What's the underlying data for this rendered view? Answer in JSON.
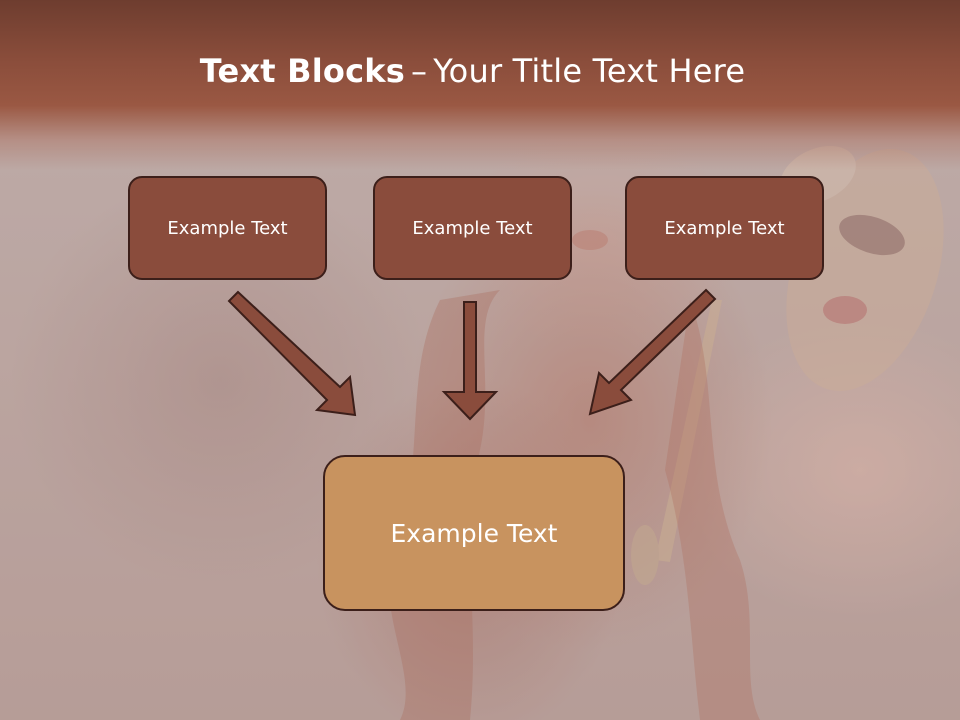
{
  "title": {
    "bold": "Text Blocks",
    "dash": "–",
    "rest": "Your Title Text Here"
  },
  "blocks": {
    "left": "Example Text",
    "center": "Example Text",
    "right": "Example Text",
    "bottom": "Example Text"
  },
  "colors": {
    "title_band": "#8a4d3b",
    "small_box_fill": "#8a4c3c",
    "big_box_fill": "#c8935f",
    "arrow_fill": "#8a4c3c",
    "outline": "#3c1f1a"
  }
}
